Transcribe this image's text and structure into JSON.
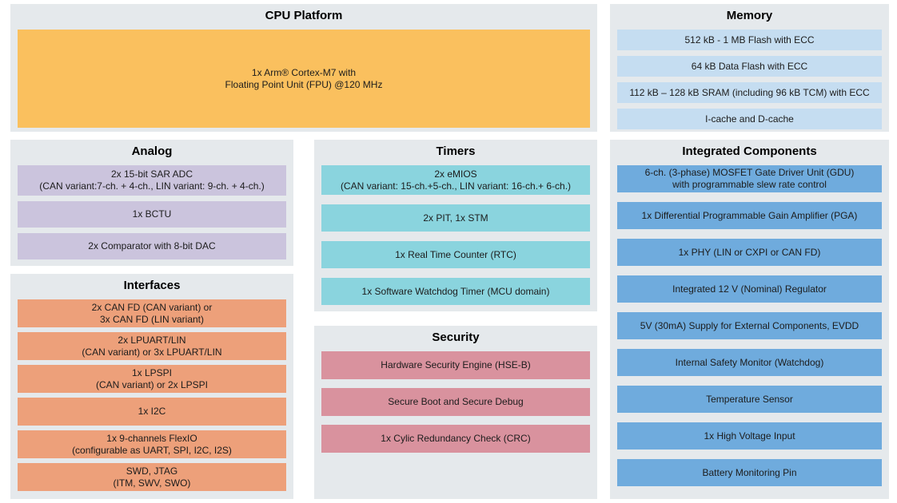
{
  "colors": {
    "panel_bg": "#e5e9ec",
    "cpu": "#fac05e",
    "memory": "#c5ddf1",
    "analog": "#cbc4dd",
    "interfaces": "#eda07a",
    "timers": "#8ad4de",
    "security": "#d9929e",
    "integrated": "#6fabdd"
  },
  "panels": {
    "cpu": {
      "title": "CPU Platform",
      "rows": [
        "1x Arm® Cortex-M7 with\nFloating Point Unit (FPU) @120 MHz"
      ]
    },
    "memory": {
      "title": "Memory",
      "rows": [
        "512 kB - 1 MB Flash with ECC",
        "64 kB Data Flash with ECC",
        "112 kB – 128 kB SRAM (including 96 kB TCM) with ECC",
        "I-cache and D-cache"
      ]
    },
    "analog": {
      "title": "Analog",
      "rows": [
        "2x 15-bit SAR ADC\n(CAN variant:7-ch. + 4-ch., LIN variant: 9-ch. + 4-ch.)",
        "1x BCTU",
        "2x Comparator with 8-bit DAC"
      ]
    },
    "interfaces": {
      "title": "Interfaces",
      "rows": [
        "2x CAN FD (CAN variant) or\n3x CAN FD (LIN variant)",
        "2x LPUART/LIN\n(CAN variant) or 3x LPUART/LIN",
        "1x LPSPI\n(CAN variant) or 2x LPSPI",
        "1x I2C",
        "1x 9-channels FlexIO\n(configurable as UART, SPI, I2C, I2S)",
        "SWD, JTAG\n(ITM, SWV, SWO)"
      ]
    },
    "timers": {
      "title": "Timers",
      "rows": [
        "2x eMIOS\n(CAN variant: 15-ch.+5-ch., LIN variant: 16-ch.+ 6-ch.)",
        "2x PIT, 1x STM",
        "1x Real Time Counter (RTC)",
        "1x Software Watchdog Timer (MCU domain)"
      ]
    },
    "security": {
      "title": "Security",
      "rows": [
        "Hardware Security Engine (HSE-B)",
        "Secure Boot and Secure Debug",
        "1x Cylic Redundancy Check (CRC)"
      ]
    },
    "integrated": {
      "title": "Integrated Components",
      "rows": [
        "6-ch. (3-phase) MOSFET Gate Driver Unit (GDU)\nwith programmable slew rate control",
        "1x Differential Programmable Gain Amplifier (PGA)",
        "1x PHY (LIN or CXPI or CAN FD)",
        "Integrated 12 V (Nominal) Regulator",
        "5V (30mA) Supply for External Components, EVDD",
        "Internal Safety Monitor (Watchdog)",
        "Temperature Sensor",
        "1x High Voltage Input",
        "Battery Monitoring Pin"
      ]
    }
  }
}
